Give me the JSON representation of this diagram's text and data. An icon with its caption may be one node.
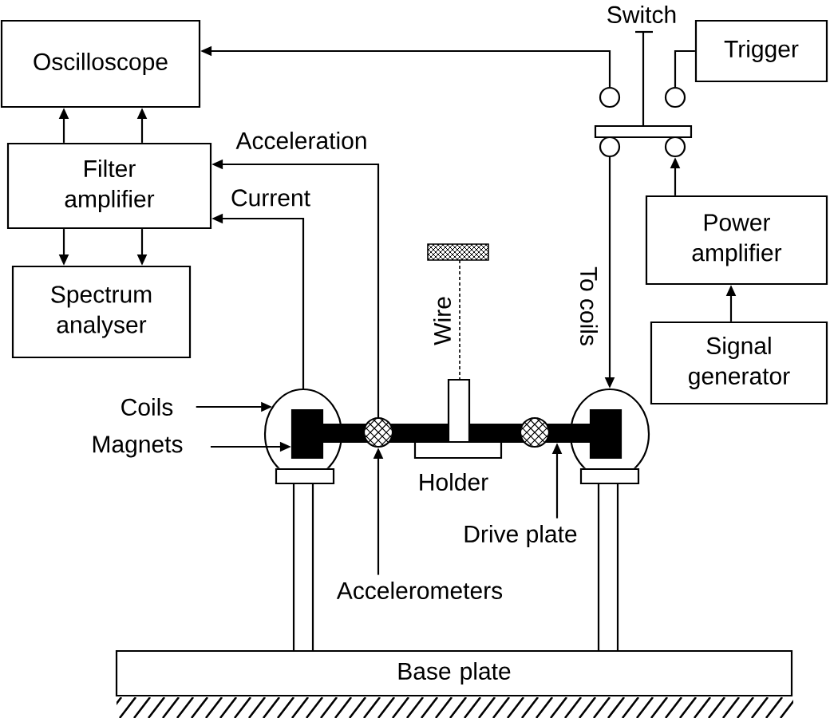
{
  "diagram": {
    "nodes": [
      {
        "text": [
          "Oscilloscope"
        ]
      },
      {
        "text": [],
        "shape": "circle"
      },
      {
        "text": [],
        "shape": "circle"
      },
      {
        "text": [
          "Trigger"
        ]
      },
      {
        "text": [],
        "shape": "circle"
      },
      {
        "text": [],
        "shape": "circle"
      },
      {
        "text": [
          "Filter amplifier"
        ]
      },
      {
        "text": [
          "Power amplifier"
        ]
      },
      {
        "text": [
          "Spectrum analyser"
        ]
      },
      {
        "text": [
          "Signal generator"
        ]
      },
      {
        "text": [
          "Coils"
        ]
      },
      {
        "text": [],
        "shape": "oval"
      },
      {
        "text": [],
        "shape": "box",
        "in": 11
      },
      {
        "text": [
          "Magnets"
        ]
      },
      {
        "text": [],
        "shape": "circle"
      },
      {
        "text": [],
        "shape": "bar"
      },
      {
        "text": [],
        "shape": "circle"
      },
      {
        "text": [],
        "shape": "oval"
      },
      {
        "text": [],
        "shape": "box",
        "in": 17
      },
      {
        "text": [
          "Drive plate"
        ]
      },
      {
        "text": [
          "Accelerometers"
        ]
      },
      {
        "text": [
          "Base plate"
        ]
      }
    ],
    "edges": [
      {
        "from": 1,
        "to": 0,
        "arrow": "to"
      },
      {
        "from": 2,
        "to": 3,
        "arrow": "none"
      },
      {
        "from": 6,
        "to": 0,
        "arrow": "to"
      },
      {
        "from": 6,
        "to": 0,
        "arrow": "to"
      },
      {
        "from": 7,
        "to": 5,
        "arrow": "to"
      },
      {
        "from": 14,
        "to": 6,
        "arrow": "to",
        "label": "Acceleration"
      },
      {
        "from": 11,
        "to": 6,
        "arrow": "to",
        "label": "Current"
      },
      {
        "from": 6,
        "to": 8,
        "arrow": "to"
      },
      {
        "from": 6,
        "to": 8,
        "arrow": "to"
      },
      {
        "from": 4,
        "to": 17,
        "arrow": "to",
        "label": "To coils"
      },
      {
        "from": 9,
        "to": 7,
        "arrow": "to"
      },
      {
        "from": 10,
        "to": 11,
        "arrow": "to"
      },
      {
        "from": 13,
        "to": 12,
        "arrow": "to"
      },
      {
        "from": 19,
        "to": 15,
        "arrow": "to"
      },
      {
        "from": 20,
        "to": 14,
        "arrow": "to"
      }
    ],
    "labels": [
      "Switch",
      "Wire",
      "Holder"
    ]
  }
}
